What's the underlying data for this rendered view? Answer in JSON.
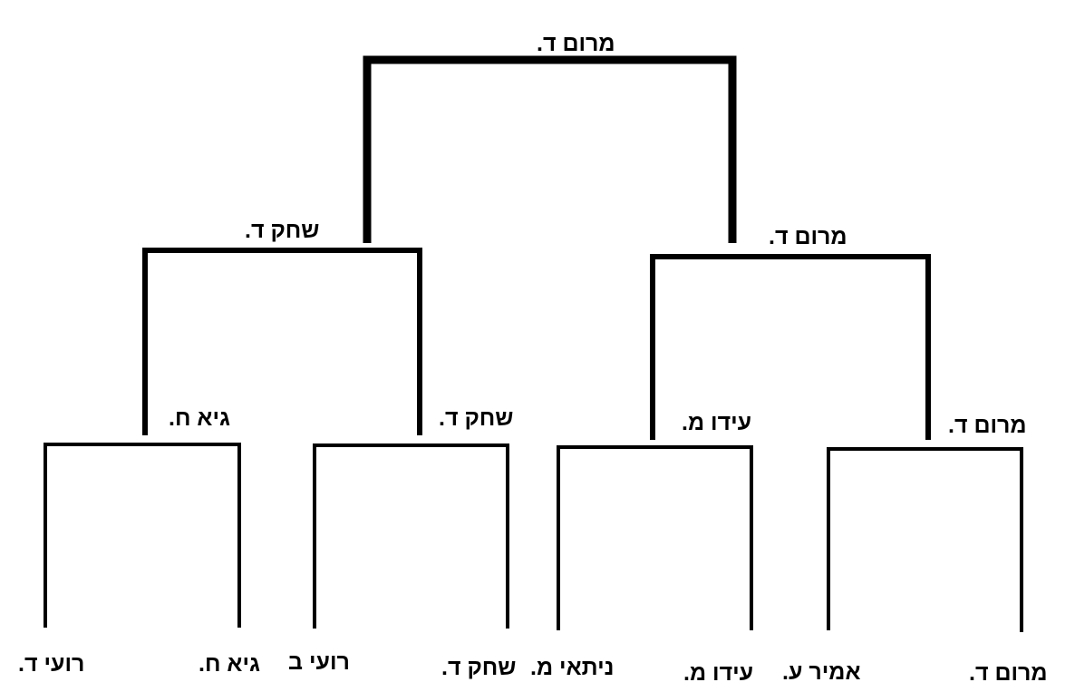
{
  "bracket": {
    "line_color": "#000000",
    "final": {
      "winner": "מרום ד."
    },
    "semifinals": {
      "left_winner": "שחק ד.",
      "right_winner": "מרום ד."
    },
    "quarterfinals": {
      "match1_winner": "גיא ח.",
      "match2_winner": "שחק ד.",
      "match3_winner": "עידו מ.",
      "match4_winner": "מרום ד."
    },
    "players": {
      "p1": "רועי ד.",
      "p2": "גיא ח.",
      "p3": "רועי ב",
      "p4": "שחק ד.",
      "p5": "ניתאי מ.",
      "p6": "עידו מ.",
      "p7": "אמיר ע.",
      "p8": "מרום ד."
    }
  }
}
